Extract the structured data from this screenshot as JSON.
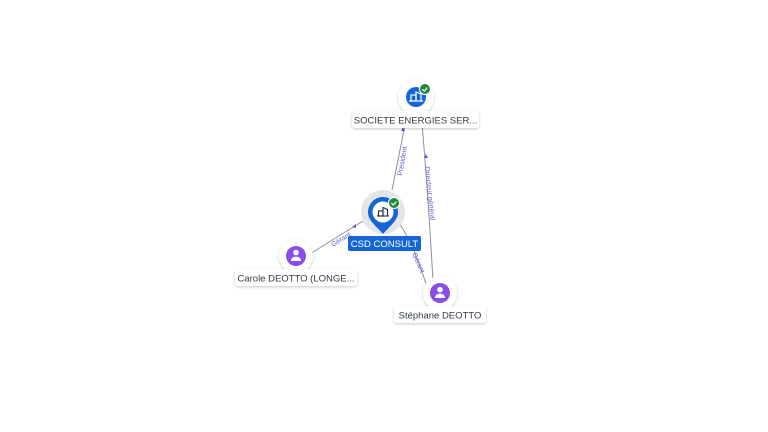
{
  "colors": {
    "edge": "#8a9099",
    "edge_label": "#5b5fd6",
    "company_blue": "#1565d8",
    "person_purple": "#8b4de8",
    "verified_green": "#1f8a3b",
    "label_bg": "#ffffff",
    "center_label_bg": "#1565d8"
  },
  "nodes": {
    "center": {
      "label": "CSD CONSULT",
      "icon": "building-icon",
      "verified": true
    },
    "parent": {
      "label": "SOCIETE ENERGIES SER...",
      "icon": "building-icon",
      "verified": true
    },
    "person_carole": {
      "label": "Carole DEOTTO (LONGE...",
      "icon": "person-icon"
    },
    "person_stephane": {
      "label": "Stéphane DEOTTO",
      "icon": "person-icon"
    }
  },
  "edges": {
    "president": "Président",
    "directeur": "Directeur général",
    "gerant_carole": "Gérant",
    "gerant_stephane": "Gérant"
  }
}
